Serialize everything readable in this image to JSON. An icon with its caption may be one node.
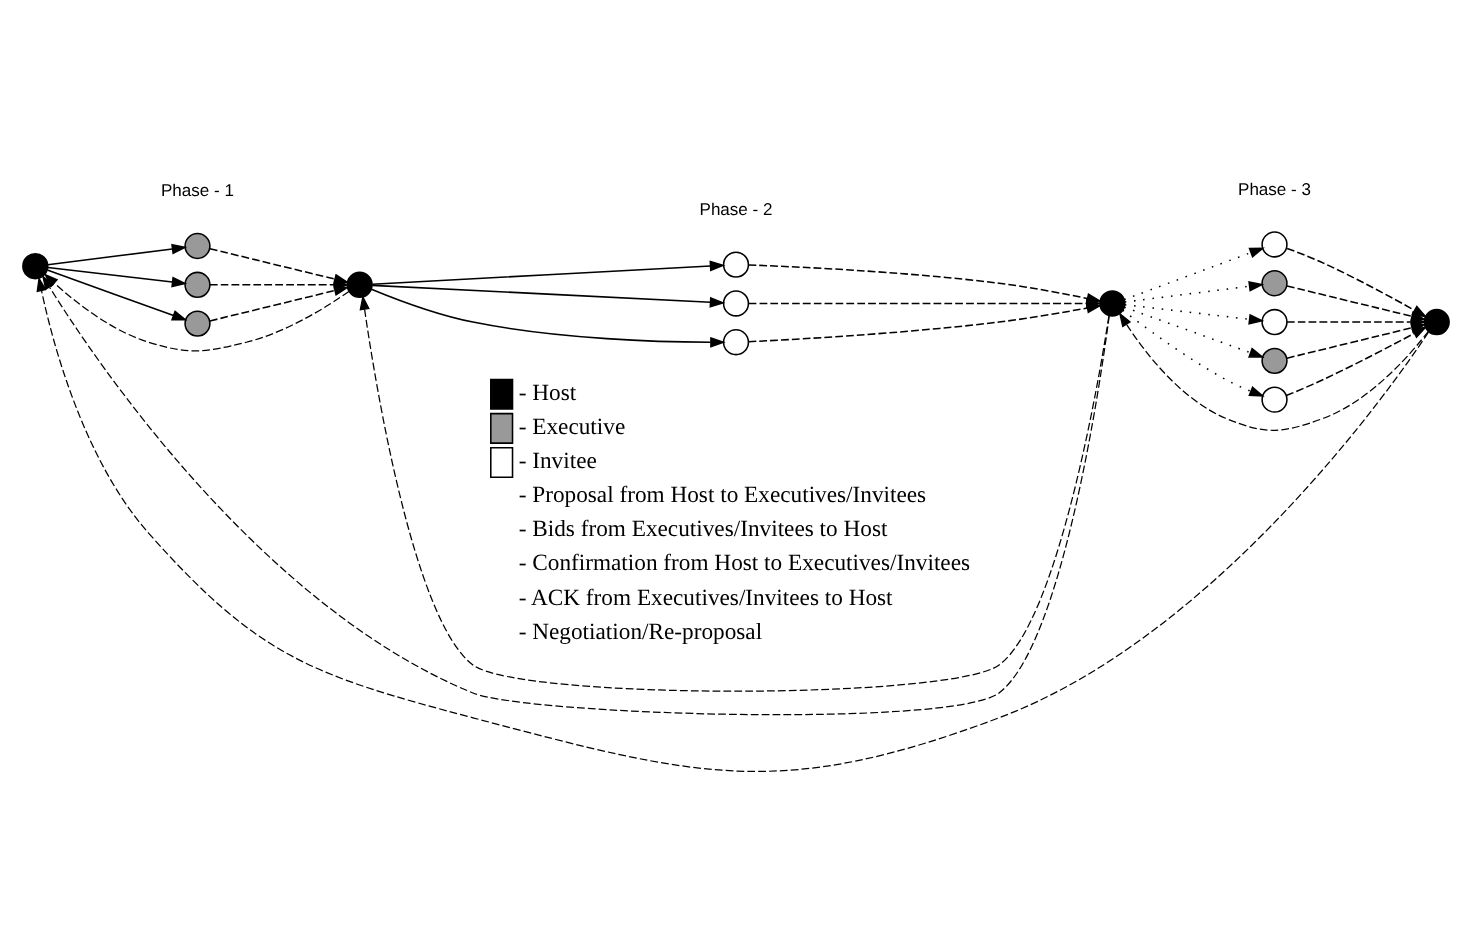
{
  "diagram": {
    "nodes": [
      {
        "text": [],
        "shape": "circle"
      },
      {
        "text": [],
        "shape": "circle"
      },
      {
        "text": [],
        "shape": "circle"
      },
      {
        "text": [],
        "shape": "circle"
      },
      {
        "text": [],
        "shape": "circle"
      },
      {
        "text": [],
        "shape": "circle"
      },
      {
        "text": [],
        "shape": "circle"
      },
      {
        "text": [],
        "shape": "circle"
      },
      {
        "text": [],
        "shape": "circle"
      },
      {
        "text": [],
        "shape": "circle"
      },
      {
        "text": [],
        "shape": "circle"
      },
      {
        "text": [],
        "shape": "circle"
      },
      {
        "text": [],
        "shape": "circle"
      },
      {
        "text": [],
        "shape": "circle"
      },
      {
        "text": [],
        "shape": "circle"
      }
    ],
    "edges": [
      {
        "from": 0,
        "to": 1,
        "arrow": "to"
      },
      {
        "from": 0,
        "to": 2,
        "arrow": "to"
      },
      {
        "from": 0,
        "to": 3,
        "arrow": "to"
      },
      {
        "from": 1,
        "to": 4,
        "arrow": "to",
        "style": "dashed"
      },
      {
        "from": 2,
        "to": 4,
        "arrow": "to",
        "style": "dashed"
      },
      {
        "from": 3,
        "to": 4,
        "arrow": "to",
        "style": "dashed"
      },
      {
        "from": 4,
        "to": 5,
        "arrow": "to"
      },
      {
        "from": 4,
        "to": 6,
        "arrow": "to"
      },
      {
        "from": 4,
        "to": 7,
        "arrow": "to"
      },
      {
        "from": 5,
        "to": 8,
        "arrow": "to",
        "style": "dashed"
      },
      {
        "from": 6,
        "to": 8,
        "arrow": "to",
        "style": "dashed"
      },
      {
        "from": 7,
        "to": 8,
        "arrow": "to",
        "style": "dashed"
      },
      {
        "from": 8,
        "to": 9,
        "arrow": "to",
        "style": "dashed"
      },
      {
        "from": 8,
        "to": 10,
        "arrow": "to",
        "style": "dashed"
      },
      {
        "from": 8,
        "to": 11,
        "arrow": "to",
        "style": "dashed"
      },
      {
        "from": 8,
        "to": 12,
        "arrow": "to",
        "style": "dashed"
      },
      {
        "from": 8,
        "to": 13,
        "arrow": "to",
        "style": "dashed"
      },
      {
        "from": 9,
        "to": 14,
        "arrow": "to",
        "style": "dashed"
      },
      {
        "from": 10,
        "to": 14,
        "arrow": "to",
        "style": "dashed"
      },
      {
        "from": 11,
        "to": 14,
        "arrow": "to",
        "style": "dashed"
      },
      {
        "from": 12,
        "to": 14,
        "arrow": "to",
        "style": "dashed"
      },
      {
        "from": 13,
        "to": 14,
        "arrow": "to",
        "style": "dashed"
      },
      {
        "from": 4,
        "to": 0,
        "arrow": "to",
        "style": "dashed"
      },
      {
        "from": 8,
        "to": 4,
        "arrow": "to",
        "style": "dashed"
      },
      {
        "from": 8,
        "to": 0,
        "arrow": "to",
        "style": "dashed"
      },
      {
        "from": 14,
        "to": 8,
        "arrow": "to",
        "style": "dashed"
      },
      {
        "from": 14,
        "to": 0,
        "arrow": "to",
        "style": "dashed"
      }
    ],
    "labels": [
      "Phase - 1",
      "Phase - 2",
      "Phase - 3"
    ],
    "legend": [
      {
        "text": "- Host",
        "color": "#000000"
      },
      {
        "text": "- Executive",
        "color": "#999999"
      },
      {
        "text": "- Invitee",
        "color": "#ffffff"
      },
      {
        "text": "- Proposal from Host to Executives/Invitees"
      },
      {
        "text": "- Bids from Executives/Invitees to Host"
      },
      {
        "text": "- Confirmation from Host to Executives/Invitees"
      },
      {
        "text": "- ACK from Executives/Invitees to Host"
      },
      {
        "text": "- Negotiation/Re-proposal"
      }
    ]
  }
}
